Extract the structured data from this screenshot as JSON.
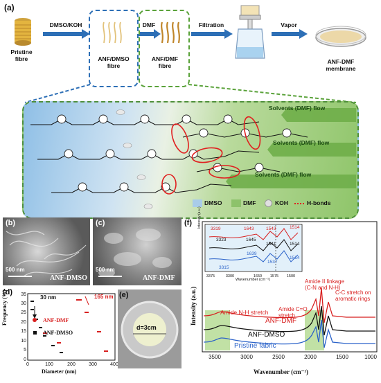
{
  "panel_a": {
    "label": "(a)",
    "pristine": "Pristine\nfibre",
    "step1": "DMSO/KOH",
    "anf_dmso": "ANF/DMSO\nfibre",
    "step2": "DMF",
    "anf_dmf": "ANF/DMF\nfibre",
    "step3": "Filtration",
    "step4": "Vapor",
    "membrane": "ANF-DMF\nmembrane",
    "flow1": "Solvents (DMF) flow",
    "flow2": "Solvents (DMF) flow",
    "flow3": "Solvents (DMF) flow",
    "legend": {
      "dmso": "DMSO",
      "dmf": "DMF",
      "koh": "KOH",
      "hbond": "H-bonds"
    },
    "colors": {
      "dmso": "#a9cce9",
      "dmf": "#8dc26b",
      "hbond": "#e02020",
      "arrow": "#2d6fb6"
    }
  },
  "panel_b": {
    "label": "(b)",
    "scale": "500 nm",
    "caption": "ANF-DMSO"
  },
  "panel_c": {
    "label": "(c)",
    "scale": "500 nm",
    "caption": "ANF-DMF"
  },
  "panel_d": {
    "label": "(d)",
    "ann1": "30 nm",
    "ann2": "165 nm",
    "legend_dmf": "ANF-DMF",
    "legend_dmso": "ANF-DMSO",
    "xlabel": "Diameter (nm)",
    "ylabel": "Frequency (%)",
    "xticks": [
      "0",
      "100",
      "200",
      "300",
      "400"
    ],
    "yticks": [
      "0",
      "5",
      "10",
      "15",
      "20",
      "25",
      "30",
      "35"
    ]
  },
  "panel_e": {
    "label": "(e)",
    "text": "d=3cm"
  },
  "panel_f": {
    "label": "(f)",
    "ylabel": "Intensity (a.u.)",
    "xlabel": "Wavenumber (cm⁻¹)",
    "xticks": [
      "3500",
      "3000",
      "2500",
      "2000",
      "1500",
      "1000"
    ],
    "series_labels": {
      "dmf": "ANF-DMF",
      "dmso": "ANF-DMSO",
      "pristine": "Pristine fabric"
    },
    "ann_nh": "Amide N-H stretch",
    "ann_co": "Amide C=O\nstretch",
    "ann_amide2": "Amide II linkage\n(C-N and N-H)",
    "ann_cc": "C-C stretch on\naromatic rings",
    "inset": {
      "ylabel": "Intensity (a.u.)",
      "xlabel": "Wavenumber (cm⁻¹)",
      "xticks": [
        "3375",
        "3300",
        "1650",
        "1575",
        "1500"
      ],
      "peaks_red": [
        "3319",
        "1643",
        "1543",
        "1514"
      ],
      "peaks_black": [
        "3323",
        "1645",
        "1541",
        "1514"
      ],
      "peaks_blue": [
        "3315",
        "1639",
        "1537",
        "1514"
      ]
    },
    "colors": {
      "dmf": "#d81f1f",
      "dmso": "#111111",
      "pristine": "#2a62c9"
    }
  }
}
